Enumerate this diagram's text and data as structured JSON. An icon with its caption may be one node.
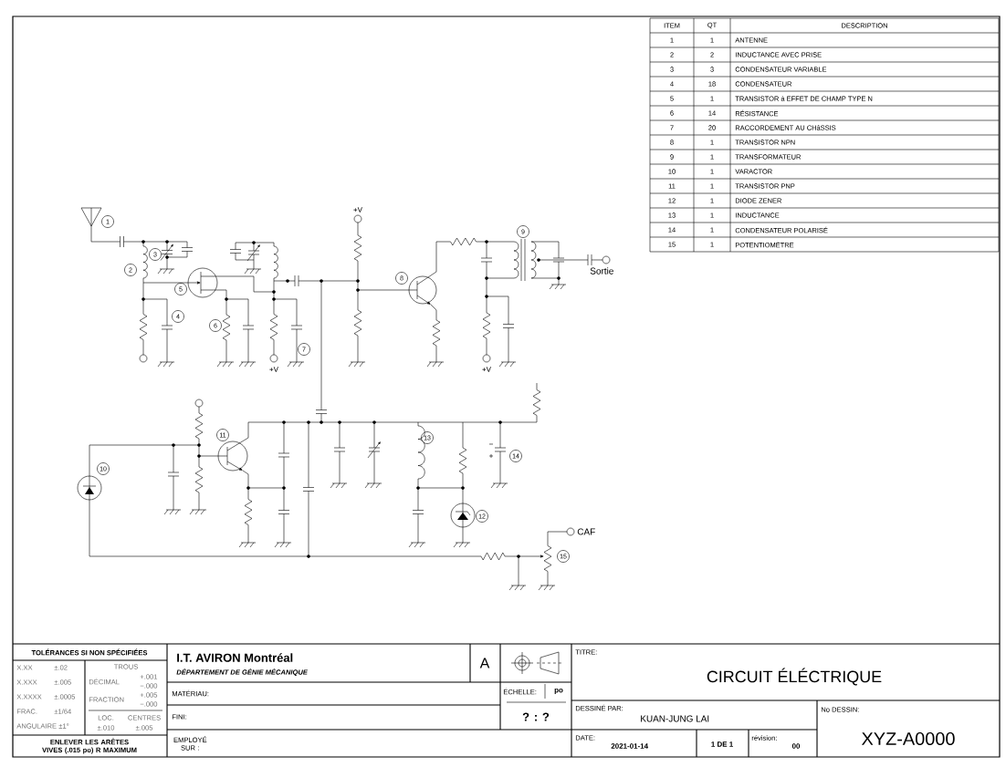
{
  "diagram": {
    "labels": [
      "1",
      "2",
      "3",
      "4",
      "5",
      "6",
      "7",
      "8",
      "9",
      "10",
      "11",
      "12",
      "13",
      "14",
      "15",
      "+V",
      "+V",
      "+V",
      "Sortie",
      "CAF",
      "ITEM",
      "QT",
      "DESCRIPTION",
      "1",
      "1",
      "ANTENNE",
      "2",
      "2",
      "INDUCTANCE AVEC PRISE",
      "3",
      "3",
      "CONDENSATEUR VARIABLE",
      "4",
      "18",
      "CONDENSATEUR",
      "5",
      "1",
      "TRANSISTOR à EFFET DE CHAMP TYPE N",
      "6",
      "14",
      "RÉSISTANCE",
      "7",
      "20",
      "RACCORDEMENT AU CHâSSIS",
      "8",
      "1",
      "TRANSISTOR NPN",
      "9",
      "1",
      "TRANSFORMATEUR",
      "10",
      "1",
      "VARACTOR",
      "11",
      "1",
      "TRANSISTOR PNP",
      "12",
      "1",
      "DIODE ZENER",
      "13",
      "1",
      "INDUCTANCE",
      "14",
      "1",
      "CONDENSATEUR POLARISÉ",
      "15",
      "1",
      "POTENTIOMÈTRE",
      "TOLÉRANCES SI NON SPÉCIFIÉES",
      "X.XX",
      "±.02",
      "X.XXX",
      "±.005",
      "X.XXXX",
      "±.0005",
      "FRAC.",
      "±1/64",
      "ANGULAIRE",
      "±1°",
      "TROUS",
      "DÉCIMAL",
      "+.001",
      "−.000",
      "FRACTION",
      "+.005",
      "−.000",
      "LOC.",
      "±.010",
      "CENTRES",
      "±.005",
      "ENLEVER LES ARÊTES VIVES (.015 po) R MAXIMUM",
      "I.T. AVIRON Montréal",
      "DÉPARTEMENT DE GÉNIE MÉCANIQUE",
      "A",
      "MATÉRIAU:",
      "FINI:",
      "EMPLOYÉ SUR :",
      "ÉCHELLE:",
      "po",
      "? : ?",
      "TITRE:",
      "CIRCUIT ÉLÉCTRIQUE",
      "DESSINÉ PAR:",
      "KUAN-JUNG LAI",
      "No DESSIN:",
      "XYZ-A0000",
      "DATE:",
      "2021-01-14",
      "1 DE 1",
      "révision:",
      "00"
    ]
  }
}
